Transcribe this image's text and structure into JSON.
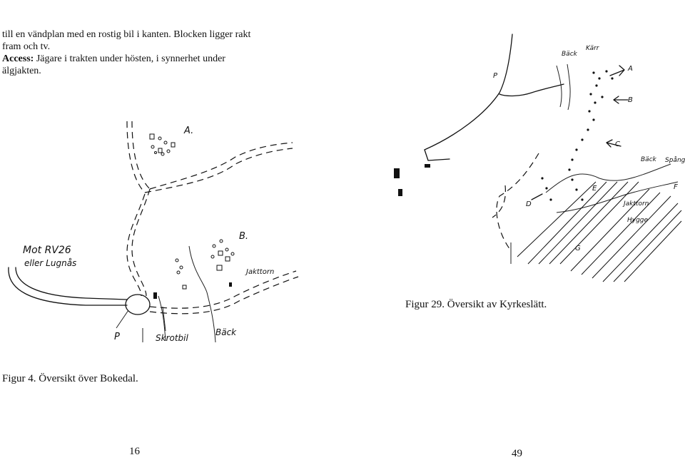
{
  "left_page": {
    "intro_line1": "till en vändplan med en rostig bil i kanten. Blocken ligger rakt",
    "intro_line2": "fram och tv.",
    "access_label": "Access:",
    "access_text": " Jägare i trakten under hösten, i synnerhet under",
    "access_line2": "älgjakten.",
    "map_labels": {
      "a": "A.",
      "b": "B.",
      "mot": "Mot RV26",
      "eller": "eller Lugnås",
      "jakttorn": "Jakttorn",
      "p": "P",
      "skrotbil": "Skrotbil",
      "back": "Bäck"
    },
    "caption": "Figur 4. Översikt över Bokedal.",
    "page_number": "16"
  },
  "right_page": {
    "map_labels": {
      "back_top": "Bäck",
      "karr": "Kärr",
      "p": "P",
      "a": "A",
      "b": "B",
      "c": "C",
      "d": "D",
      "e": "E",
      "f": "F",
      "g": "G",
      "back_right": "Bäck",
      "spang": "Spång",
      "jakttorn": "Jakttorn",
      "hygge": "Hygge"
    },
    "caption": "Figur 29. Översikt av Kyrkeslätt.",
    "page_number": "49"
  }
}
